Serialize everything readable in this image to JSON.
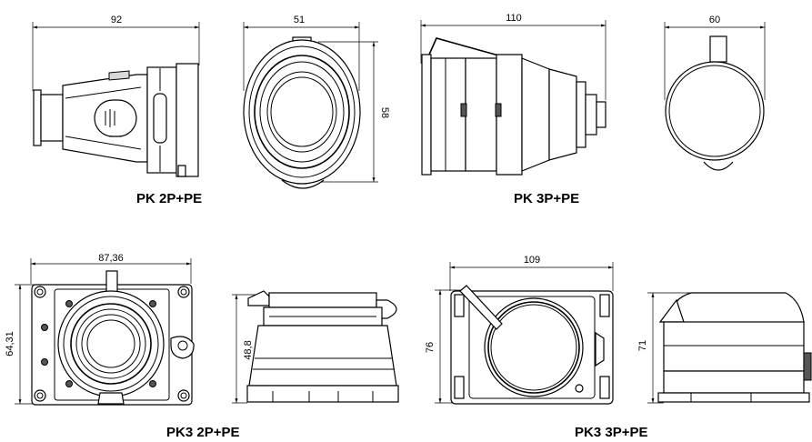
{
  "drawing": {
    "top_row": {
      "caption_left": "PK 2P+PE",
      "caption_right": "PK 3P+PE",
      "dims": {
        "side_2p": "92",
        "front_2p": "51",
        "height_2p": "58",
        "side_3p": "110",
        "front_3p": "60"
      }
    },
    "bottom_row": {
      "caption_left": "PK3 2P+PE",
      "caption_right": "PK3 3P+PE",
      "dims": {
        "width_2p": "87,36",
        "height_2p": "64,31",
        "side_height_2p": "48,8",
        "width_3p": "109",
        "height_3p": "76",
        "side_height_3p": "71"
      }
    }
  }
}
